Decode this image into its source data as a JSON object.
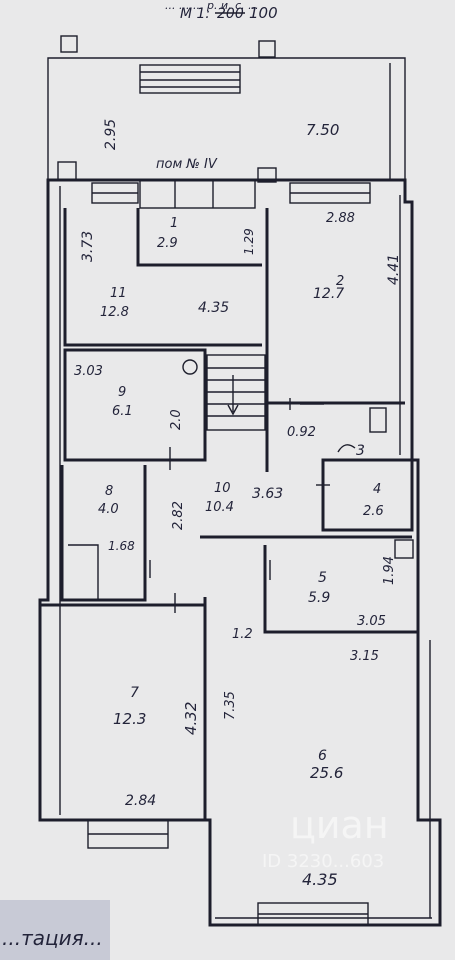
{
  "header": {
    "top_text": "... ... ... p. и, с. ...",
    "scale_text": "М 1:",
    "scale_old": "200",
    "scale_new": "100"
  },
  "premises_label": "пом № IV",
  "terrace": {
    "dim_side": "2.95",
    "dim_width": "7.50"
  },
  "rooms": [
    {
      "id": "1",
      "num": "1",
      "area": "2.9",
      "dim": "1.29"
    },
    {
      "id": "2",
      "num": "2",
      "area": "12.7",
      "dim_top": "2.88",
      "dim_side": "4.41"
    },
    {
      "id": "3",
      "num": "3"
    },
    {
      "id": "4",
      "num": "4",
      "area": "2.6"
    },
    {
      "id": "5",
      "num": "5",
      "area": "5.9",
      "dim_side": "1.94",
      "dim_bottom": "3.05"
    },
    {
      "id": "6",
      "num": "6",
      "area": "25.6",
      "dim_top": "3.15",
      "dim_left": "1.2",
      "dim_bottom": "4.35"
    },
    {
      "id": "7",
      "num": "7",
      "area": "12.3",
      "dim_side": "4.32",
      "dim_bottom": "2.84",
      "dim_outer": "7.35"
    },
    {
      "id": "8",
      "num": "8",
      "area": "4.0",
      "dim": "1.68"
    },
    {
      "id": "9",
      "num": "9",
      "area": "6.1",
      "dim_top": "3.03",
      "dim_side": "2.0"
    },
    {
      "id": "10",
      "num": "10",
      "area": "10.4",
      "dim": "3.63",
      "dim_side": "2.82"
    },
    {
      "id": "11",
      "num": "11",
      "area": "12.8",
      "dim_side": "3.73",
      "dim": "4.35"
    }
  ],
  "misc_dims": {
    "d092": "0.92"
  },
  "watermark": {
    "brand": "циан",
    "id_text": "ID 3230...603"
  },
  "stamp_text": "...тация..."
}
